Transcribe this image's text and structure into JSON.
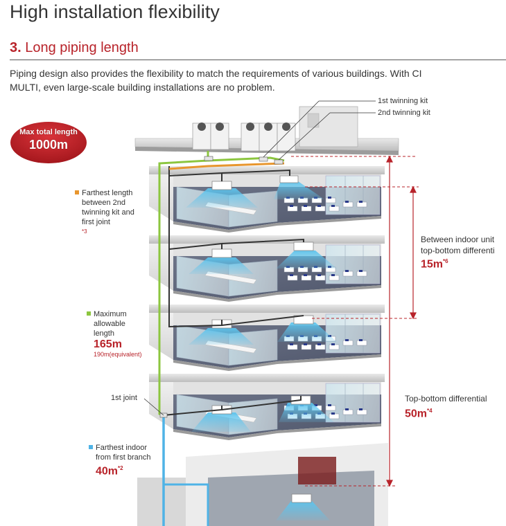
{
  "page": {
    "title": "High installation flexibility",
    "section_number": "3.",
    "section_title": "Long piping length",
    "intro_line1": "Piping design also provides the flexibility to match the requirements of various buildings. With CI",
    "intro_line2": "MULTI, even large-scale building installations are no problem."
  },
  "badge": {
    "line1": "Max total length",
    "line2": "1000m"
  },
  "callouts": {
    "twinning_kit_1": "1st twinning kit",
    "twinning_kit_2": "2nd twinning kit",
    "farthest_2nd": {
      "line1": "Farthest length",
      "line2": "between 2nd",
      "line3": "twinning kit and",
      "line4": "first joint",
      "note": "*3"
    },
    "max_allowable": {
      "line1": "Maximum",
      "line2": "allowable",
      "line3": "length",
      "value": "165m",
      "equivalent": "190m(equivalent)"
    },
    "first_joint": "1st joint",
    "farthest_indoor": {
      "line1": "Farthest indoor",
      "line2": "from first branch",
      "value": "40m",
      "note": "*2"
    },
    "indoor_diff": {
      "line1": "Between indoor unit",
      "line2": "top-bottom differenti",
      "value": "15m",
      "note": "*6"
    },
    "top_bottom": {
      "line1": "Top-bottom differential",
      "value": "50m",
      "note": "*4"
    }
  },
  "colors": {
    "accent_red": "#b8232a",
    "orange_pipe": "#e8962e",
    "green_pipe": "#8cc63f",
    "blue_pipe": "#4fb3e6",
    "dark_pipe": "#333333",
    "airflow": "#5cc4ee"
  }
}
